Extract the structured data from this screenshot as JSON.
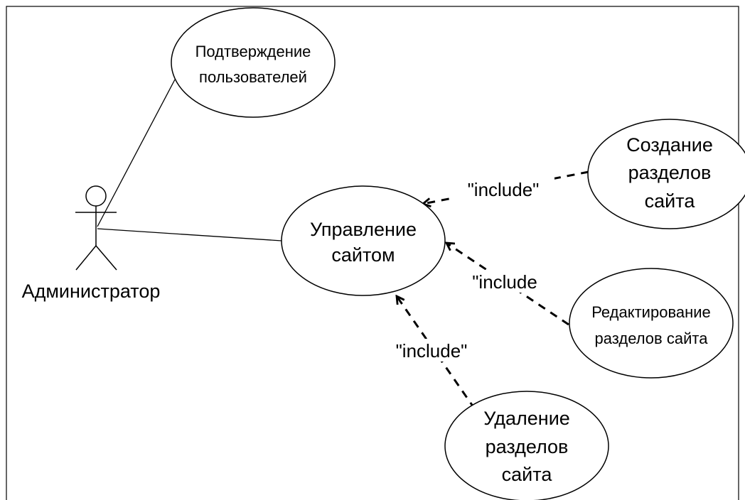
{
  "diagram": {
    "actor": {
      "name": "Администратор"
    },
    "use_cases": [
      {
        "id": "confirm-users",
        "lines": [
          "Подтверждение",
          "пользователей"
        ]
      },
      {
        "id": "manage-site",
        "lines": [
          "Управление",
          "сайтом"
        ]
      },
      {
        "id": "create-sections",
        "lines": [
          "Создание",
          "разделов",
          "сайта"
        ]
      },
      {
        "id": "edit-sections",
        "lines": [
          "Редактирование",
          "разделов сайта"
        ]
      },
      {
        "id": "delete-sections",
        "lines": [
          "Удаление",
          "разделов",
          "сайта"
        ]
      }
    ],
    "include_labels": [
      {
        "id": "include-create",
        "text": "\"include\""
      },
      {
        "id": "include-edit",
        "text": "\"include"
      },
      {
        "id": "include-delete",
        "text": "\"include\""
      }
    ]
  }
}
